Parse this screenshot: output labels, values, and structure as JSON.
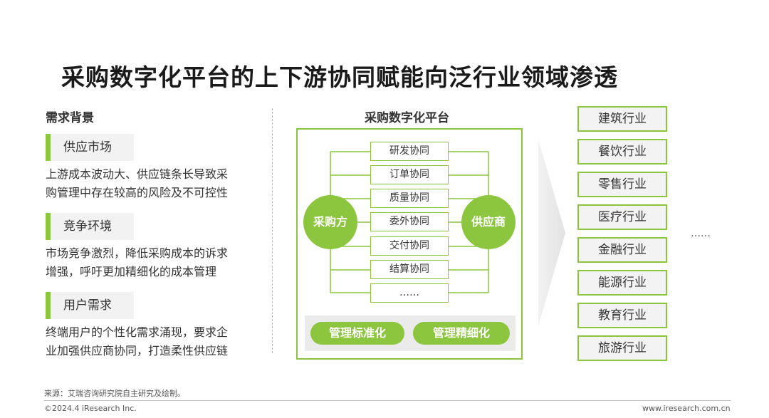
{
  "title": "采购数字化平台的上下游协同赋能向泛行业领域渗透",
  "left": {
    "heading": "需求背景",
    "items": [
      {
        "tag": "供应市场",
        "lines": [
          "上游成本波动大、供应链条长导致采",
          "购管理中存在较高的风险及不可控性"
        ]
      },
      {
        "tag": "竞争环境",
        "lines": [
          "市场竞争激烈，降低采购成本的诉求",
          "增强，呼吁更加精细化的成本管理"
        ]
      },
      {
        "tag": "用户需求",
        "lines": [
          "终端用户的个性化需求涌现，要求企",
          "业加强供应商协同，打造柔性供应链"
        ]
      }
    ]
  },
  "platform": {
    "title": "采购数字化平台",
    "buyer": "采购方",
    "supplier": "供应商",
    "collaborations": [
      "研发协同",
      "订单协同",
      "质量协同",
      "委外协同",
      "交付协同",
      "结算协同",
      "……"
    ],
    "bottom": [
      "管理标准化",
      "管理精细化"
    ]
  },
  "industries": [
    "建筑行业",
    "餐饮行业",
    "零售行业",
    "医疗行业",
    "金融行业",
    "能源行业",
    "教育行业",
    "旅游行业"
  ],
  "more": "……",
  "footer": {
    "source": "来源：艾瑞咨询研究院自主研究及绘制。",
    "copyright": "©2024.4 iResearch Inc.",
    "website": "www.iresearch.com.cn"
  },
  "colors": {
    "accent": "#8cc63f",
    "tag_bg": "#f2f2f2",
    "band_bg": "#ebebeb"
  }
}
